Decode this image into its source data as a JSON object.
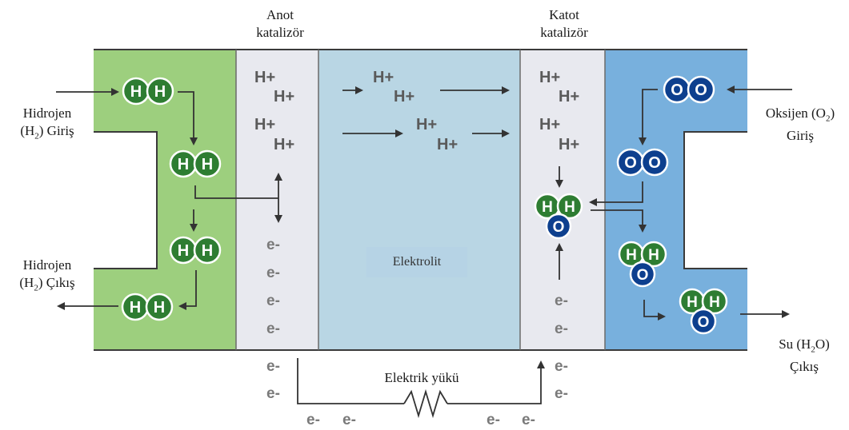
{
  "labels": {
    "anode_catalyst": [
      "Anot",
      "katalizör"
    ],
    "cathode_catalyst": [
      "Katot",
      "katalizör"
    ],
    "hydrogen_in": [
      "Hidrojen",
      "(H",
      "2",
      ") Giriş"
    ],
    "hydrogen_out": [
      "Hidrojen",
      "(H",
      "2",
      ") Çıkış"
    ],
    "oxygen_in": [
      "Oksijen (O",
      "2",
      ")",
      "Giriş"
    ],
    "water_out": [
      "Su (H",
      "2",
      "O)",
      "Çıkış"
    ],
    "electrolyte": "Elektrolit",
    "electric_load": "Elektrik yükü"
  },
  "ions": {
    "proton": "H+",
    "electron": "e-"
  },
  "atoms": {
    "hydrogen": "H",
    "oxygen": "O"
  },
  "colors": {
    "anode_channel": "#9dcf7e",
    "anode_catalyst": "#e8e9ef",
    "electrolyte": "#b9d6e4",
    "cathode_catalyst": "#e8e9ef",
    "cathode_channel": "#78b0dd",
    "hydrogen_atom": "#2e7d32",
    "oxygen_atom": "#0d3f8e",
    "arrow": "#333333"
  }
}
